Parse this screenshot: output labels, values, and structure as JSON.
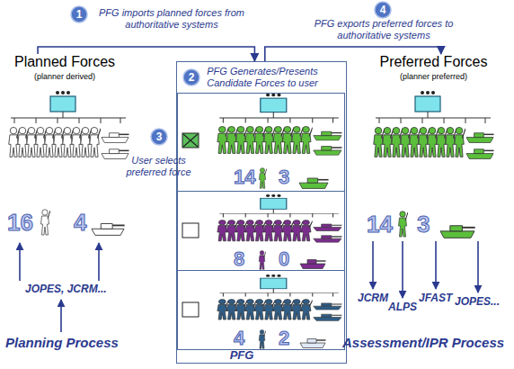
{
  "diagram": {
    "nodes": [
      {
        "text": [
          "Planned Forces",
          "(planner derived)"
        ]
      },
      {
        "text": [
          "PFG"
        ]
      },
      {
        "text": [
          "14",
          "3"
        ],
        "in": 1
      },
      {
        "text": [
          "8",
          "0"
        ],
        "in": 1
      },
      {
        "text": [
          "4",
          "2"
        ],
        "in": 1
      },
      {
        "text": [
          "Preferred Forces",
          "(planner preferred)"
        ]
      }
    ],
    "edges": [
      {
        "from": 0,
        "to": 1,
        "arrow": "to",
        "label": "PFG imports planned forces from authoritative systems"
      },
      {
        "from": 1,
        "to": 5,
        "arrow": "to",
        "label": "PFG exports preferred forces to authoritative systems"
      }
    ],
    "labels": [
      "1",
      "2",
      "PFG Generates/Presents Candidate Forces to user",
      "3",
      "User selects preferred force",
      "16",
      "4",
      "JOPES, JCRM...",
      "Planning Process",
      "4",
      "14",
      "3",
      "JCRM",
      "ALPS",
      "JFAST",
      "JOPES...",
      "Assessment/IPR Process"
    ]
  }
}
